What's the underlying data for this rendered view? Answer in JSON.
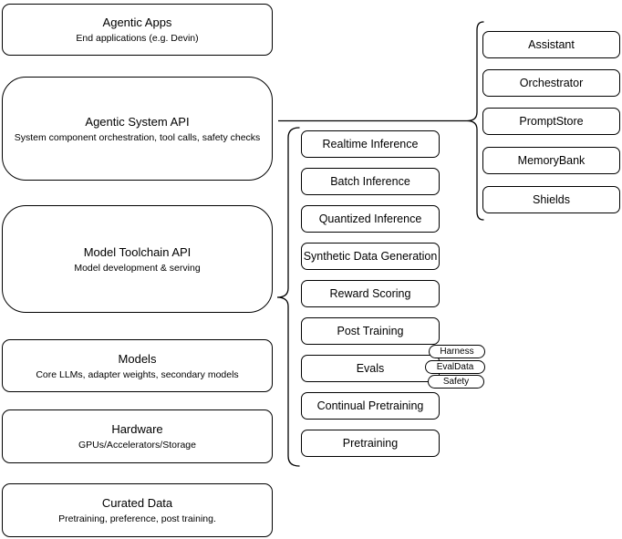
{
  "diagram": {
    "background": "#ffffff",
    "stroke_color": "#000000",
    "left_column": [
      {
        "title": "Agentic Apps",
        "subtitle": "End applications (e.g. Devin)"
      },
      {
        "title": "Agentic System API",
        "subtitle": "System component orchestration, tool calls, safety checks"
      },
      {
        "title": "Model Toolchain API",
        "subtitle": "Model development & serving"
      },
      {
        "title": "Models",
        "subtitle": "Core LLMs, adapter weights, secondary models"
      },
      {
        "title": "Hardware",
        "subtitle": "GPUs/Accelerators/Storage"
      },
      {
        "title": "Curated Data",
        "subtitle": "Pretraining, preference, post training."
      }
    ],
    "toolchain_items": [
      "Realtime Inference",
      "Batch Inference",
      "Quantized Inference",
      "Synthetic Data Generation",
      "Reward Scoring",
      "Post Training",
      "Evals",
      "Continual Pretraining",
      "Pretraining"
    ],
    "evals_tags": [
      "Harness",
      "EvalData",
      "Safety"
    ],
    "system_components": [
      "Assistant",
      "Orchestrator",
      "PromptStore",
      "MemoryBank",
      "Shields"
    ]
  }
}
